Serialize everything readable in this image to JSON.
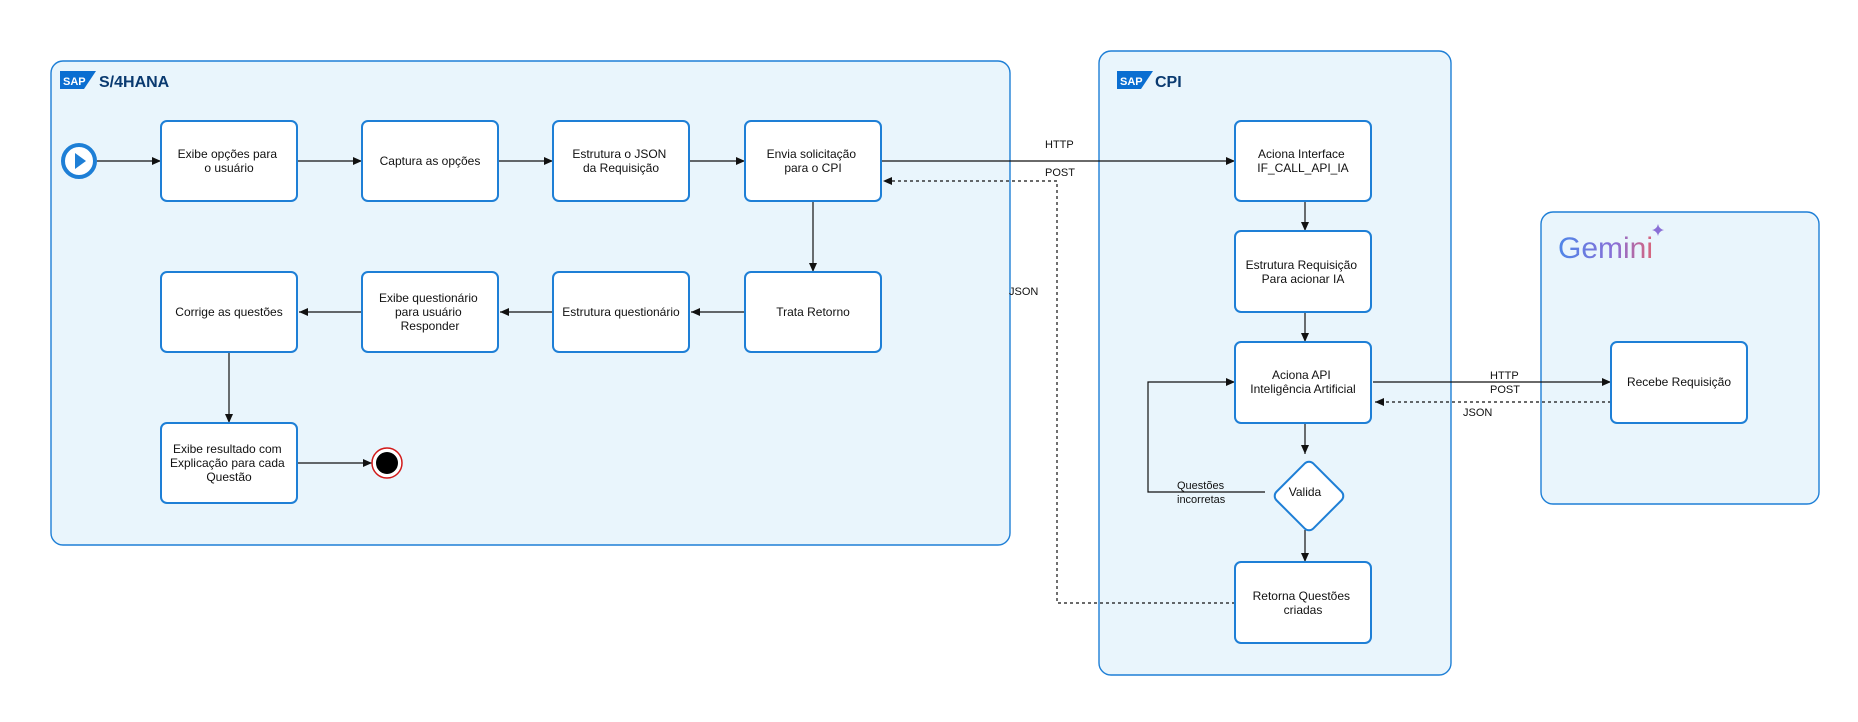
{
  "pools": {
    "s4": {
      "title": "S/4HANA",
      "logo": "SAP"
    },
    "cpi": {
      "title": "CPI",
      "logo": "SAP"
    },
    "gemini": {
      "logo_text": "Gemini"
    }
  },
  "nodes": {
    "exibe_opcoes": [
      "Exibe opções para",
      "o usuário"
    ],
    "captura": [
      "Captura as opções"
    ],
    "estrutura_json": [
      "Estrutura o JSON",
      "da Requisição"
    ],
    "envia": [
      "Envia solicitação",
      "para o CPI"
    ],
    "trata": [
      "Trata Retorno"
    ],
    "estrutura_quest": [
      "Estrutura questionário"
    ],
    "exibe_quest": [
      "Exibe questionário",
      "para usuário",
      "Responder"
    ],
    "corrige": [
      "Corrige as questões"
    ],
    "exibe_resultado": [
      "Exibe resultado com",
      "Explicação para cada",
      "Questão"
    ],
    "aciona_interface": [
      "Aciona Interface",
      "IF_CALL_API_IA"
    ],
    "estrutura_req": [
      "Estrutura Requisição",
      "Para acionar IA"
    ],
    "aciona_api": [
      "Aciona API",
      "Inteligência Artificial"
    ],
    "valida": [
      "Valida"
    ],
    "retorna": [
      "Retorna Questões",
      "criadas"
    ],
    "recebe": [
      "Recebe Requisição"
    ]
  },
  "edge_labels": {
    "http_1": "HTTP",
    "post_1": "POST",
    "json_1": "JSON",
    "http_2": "HTTP",
    "post_2": "POST",
    "json_2": "JSON",
    "incorretas": [
      "Questões",
      "incorretas"
    ]
  },
  "colors": {
    "accent": "#1e7fd6",
    "pool_fill": "#e9f5fc",
    "sap_blue": "#0a6ed1",
    "end_ring": "#d11a1a"
  },
  "icons": {
    "start": "play-circle-icon",
    "end": "end-event-icon",
    "gemini_sparkle": "sparkle-icon"
  }
}
